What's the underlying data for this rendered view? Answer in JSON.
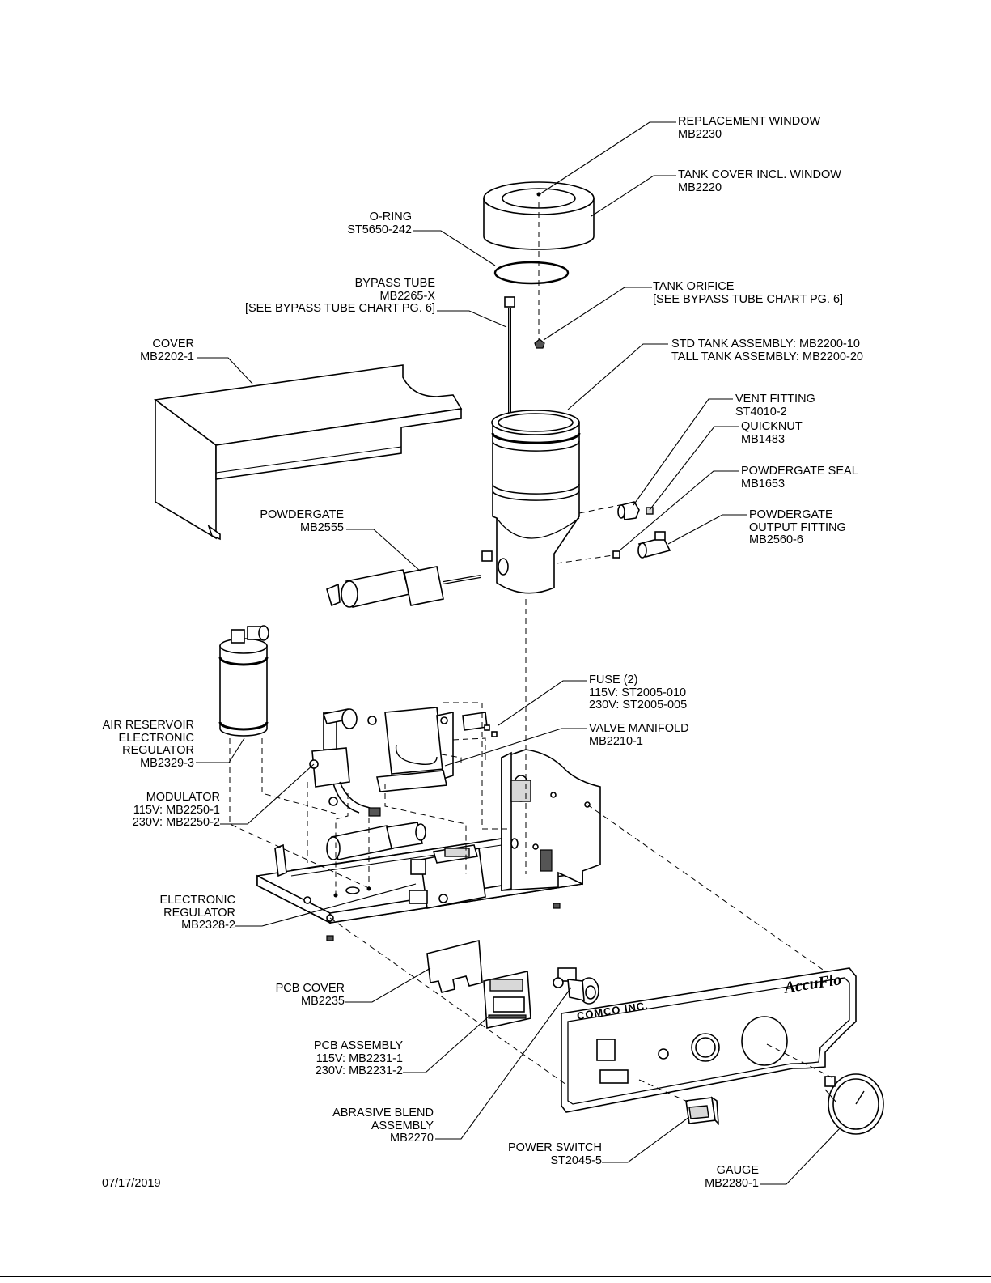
{
  "date": "07/17/2019",
  "brand": {
    "company": "COMCO INC.",
    "product": "AccuFlo"
  },
  "labels": {
    "replacement_window": [
      "REPLACEMENT WINDOW",
      "MB2230"
    ],
    "tank_cover": [
      "TANK COVER INCL. WINDOW",
      "MB2220"
    ],
    "o_ring": [
      "O-RING",
      "ST5650-242"
    ],
    "bypass_tube": [
      "BYPASS TUBE",
      "MB2265-X",
      "[SEE BYPASS TUBE CHART PG. 6]"
    ],
    "tank_orifice": [
      "TANK ORIFICE",
      "[SEE BYPASS TUBE CHART PG. 6]"
    ],
    "cover": [
      "COVER",
      "MB2202-1"
    ],
    "tank_assembly": [
      "STD TANK ASSEMBLY: MB2200-10",
      "TALL TANK ASSEMBLY: MB2200-20"
    ],
    "vent_fitting": [
      "VENT FITTING",
      "ST4010-2"
    ],
    "quicknut": [
      "QUICKNUT",
      "MB1483"
    ],
    "powdergate_seal": [
      "POWDERGATE SEAL",
      "MB1653"
    ],
    "powdergate_output": [
      "POWDERGATE",
      "OUTPUT FITTING",
      "MB2560-6"
    ],
    "powdergate": [
      "POWDERGATE",
      "MB2555"
    ],
    "fuse": [
      "FUSE (2)",
      "115V: ST2005-010",
      "230V: ST2005-005"
    ],
    "valve_manifold": [
      "VALVE MANIFOLD",
      "MB2210-1"
    ],
    "air_reservoir": [
      "AIR RESERVOIR",
      "ELECTRONIC",
      "REGULATOR",
      "MB2329-3"
    ],
    "modulator": [
      "MODULATOR",
      "115V: MB2250-1",
      "230V: MB2250-2"
    ],
    "electronic_regulator": [
      "ELECTRONIC",
      "REGULATOR",
      "MB2328-2"
    ],
    "pcb_cover": [
      "PCB COVER",
      "MB2235"
    ],
    "pcb_assembly": [
      "PCB ASSEMBLY",
      "115V: MB2231-1",
      "230V: MB2231-2"
    ],
    "abrasive_blend": [
      "ABRASIVE BLEND",
      "ASSEMBLY",
      "MB2270"
    ],
    "power_switch": [
      "POWER SWITCH",
      "ST2045-5"
    ],
    "gauge": [
      "GAUGE",
      "MB2280-1"
    ]
  }
}
